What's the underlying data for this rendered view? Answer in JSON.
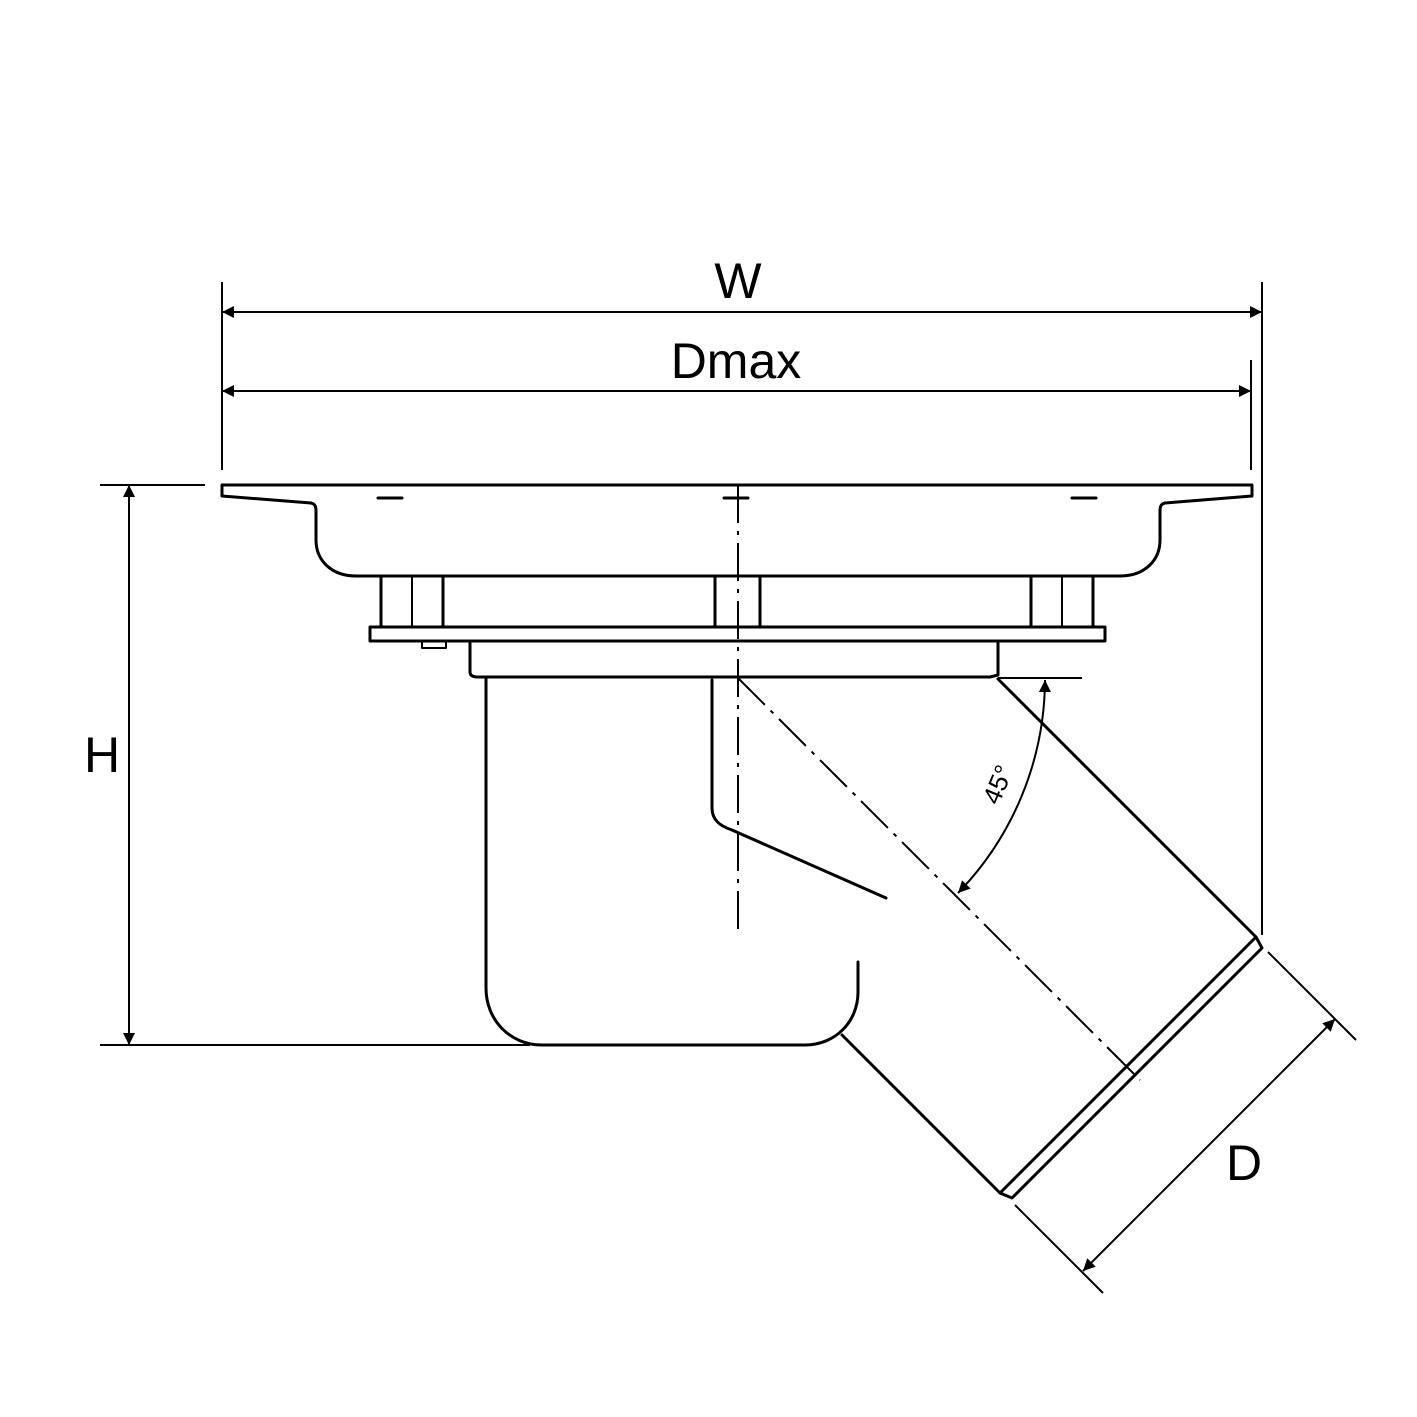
{
  "diagram": {
    "dimensions": {
      "width_label": "W",
      "dmax_label": "Dmax",
      "height_label": "H",
      "outlet_diameter_label": "D"
    },
    "outlet_angle_label": "45°",
    "outlet_angle_deg": 45,
    "line_color": "#000000",
    "background_color": "#ffffff"
  }
}
